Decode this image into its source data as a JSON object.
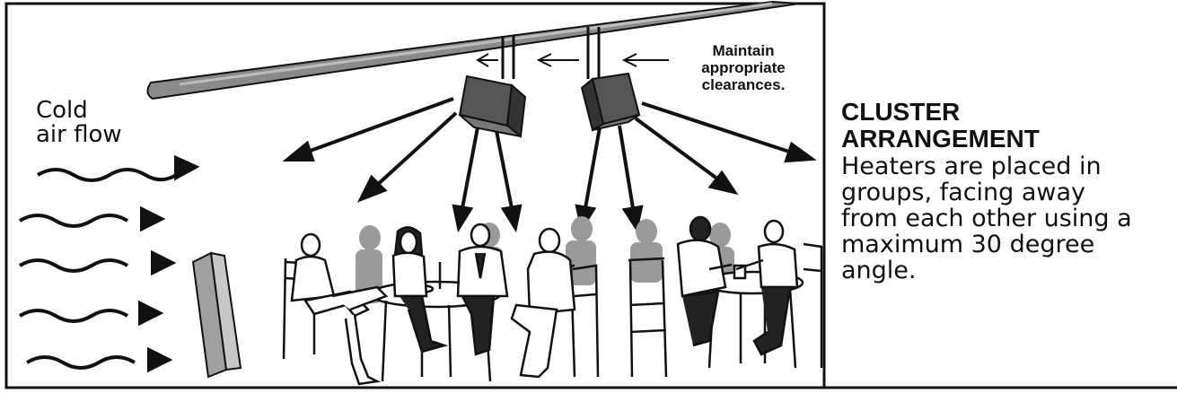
{
  "figure": {
    "cold_air_label": "Cold\nair flow",
    "clearance_label": "Maintain\nappropriate\nclearances.",
    "title": "CLUSTER\nARRANGEMENT",
    "description": "Heaters are placed in\ngroups, facing away\nfrom each other using a\nmaximum 30 degree\nangle."
  },
  "colors": {
    "line": "#111111",
    "ceiling": "#8a8a8a",
    "heater": "#555555",
    "shadow": "#9a9a9a",
    "wall": "#a0a0a0"
  }
}
